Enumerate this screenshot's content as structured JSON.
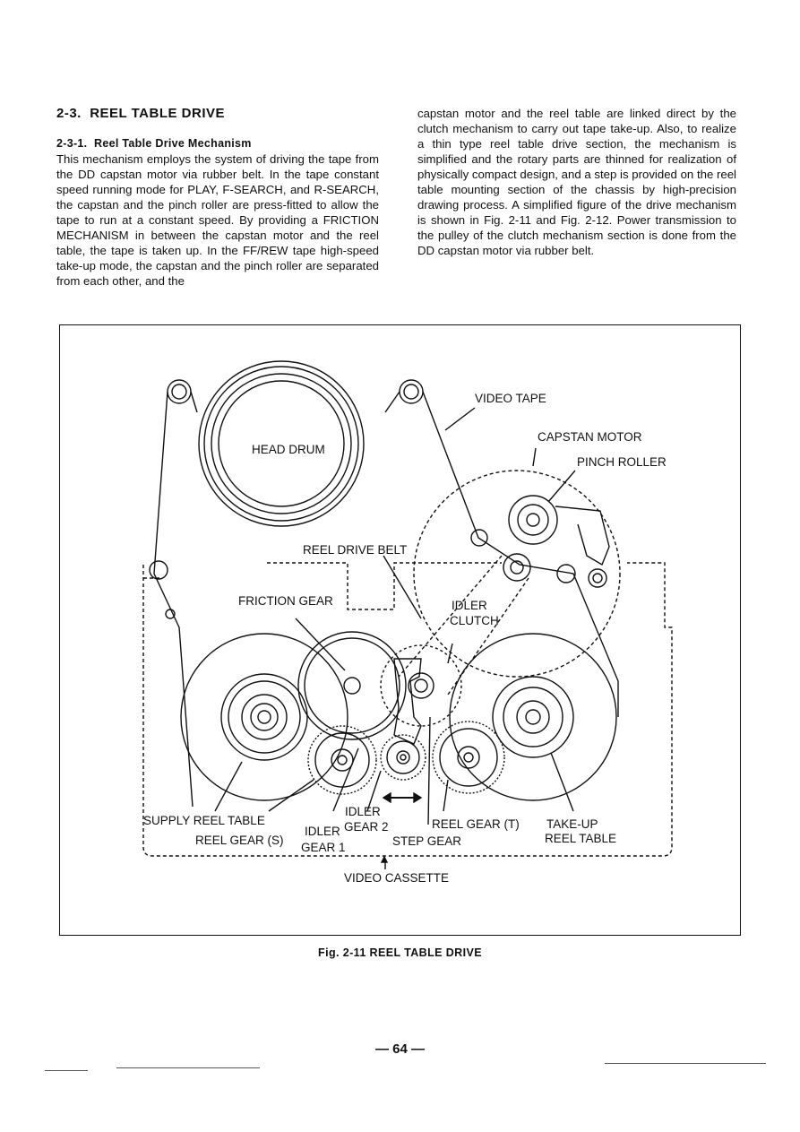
{
  "section": {
    "number": "2-3.",
    "title": "REEL TABLE DRIVE"
  },
  "subsection": {
    "number": "2-3-1.",
    "title": "Reel Table Drive Mechanism"
  },
  "left_text": "This mechanism employs the system of driving the tape from the DD capstan motor via rubber belt. In the tape constant speed running mode for PLAY, F-SEARCH, and R-SEARCH, the capstan and the pinch roller are press-fitted to allow the tape to run at a constant speed. By providing a FRICTION MECHANISM in between the capstan motor and the reel table, the tape is taken up. In the FF/REW tape high-speed take-up mode, the capstan and the pinch roller are separated from each other, and the",
  "right_text": "capstan motor and the reel table are linked direct by the clutch mechanism to carry out tape take-up. Also, to realize a thin type reel table drive section, the mechanism is simplified and the rotary parts are thinned for realization of physically compact design, and a step is provided on the reel table mounting section of the chassis by high-precision drawing process. A simplified figure of the drive mechanism is shown in Fig. 2-11 and Fig. 2-12. Power transmission to the pulley of the clutch mechanism section is done from the DD capstan motor via rubber belt.",
  "figure": {
    "labels": {
      "head_drum": "HEAD DRUM",
      "video_tape": "VIDEO TAPE",
      "capstan_motor": "CAPSTAN MOTOR",
      "pinch_roller": "PINCH ROLLER",
      "reel_drive_belt": "REEL DRIVE BELT",
      "friction_gear": "FRICTION GEAR",
      "idler_clutch_1": "IDLER",
      "idler_clutch_2": "CLUTCH",
      "supply_reel_table": "SUPPLY REEL TABLE",
      "reel_gear_s": "REEL GEAR (S)",
      "idler_gear_1_a": "IDLER",
      "idler_gear_1_b": "GEAR 1",
      "idler_gear_2_a": "IDLER",
      "idler_gear_2_b": "GEAR 2",
      "step_gear": "STEP GEAR",
      "reel_gear_t": "REEL GEAR (T)",
      "take_up_a": "TAKE-UP",
      "take_up_b": "REEL TABLE",
      "video_cassette": "VIDEO CASSETTE"
    },
    "caption": "Fig. 2-11 REEL TABLE DRIVE"
  },
  "page_number": "— 64 —"
}
